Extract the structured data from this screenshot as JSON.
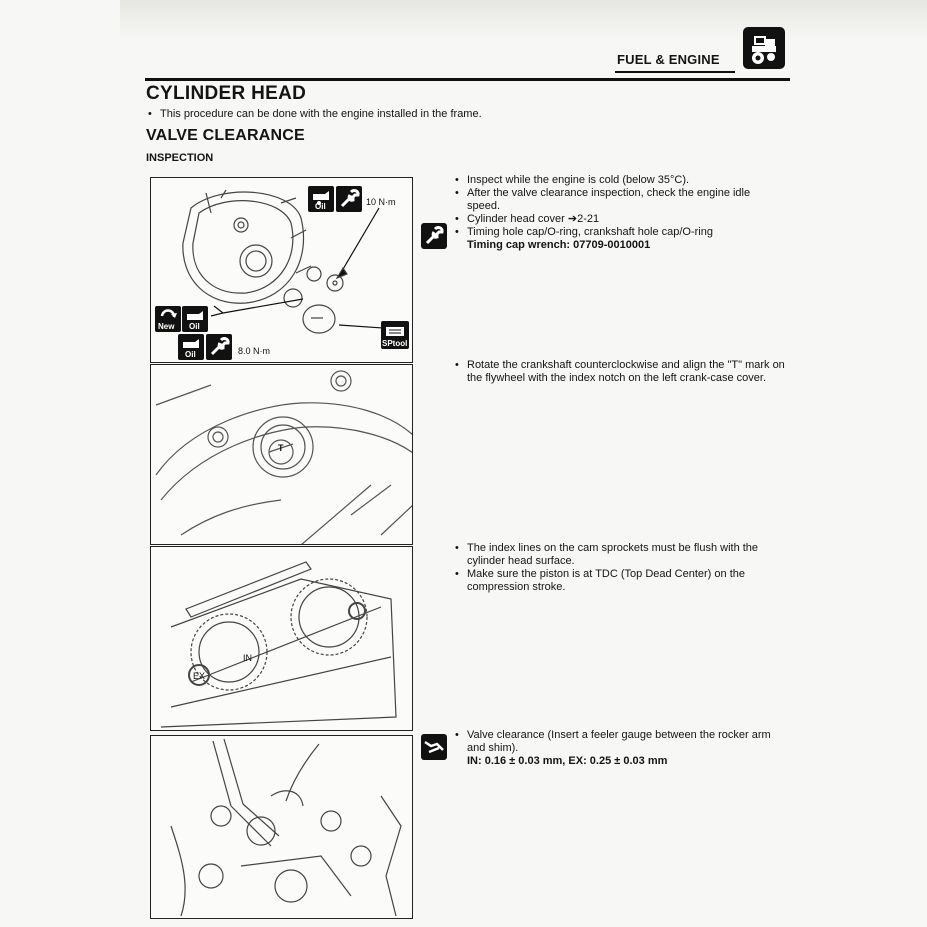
{
  "header": {
    "section_title": "FUEL & ENGINE",
    "section_icon": "engine-section-icon"
  },
  "page": {
    "title": "CYLINDER HEAD",
    "intro": "This procedure can be done with the engine installed in the frame.",
    "subtitle": "VALVE CLEARANCE",
    "subsubtitle": "INSPECTION",
    "bullet": "•"
  },
  "figures": {
    "fig1": {
      "torque_upper": "10 N·m",
      "torque_lower": "8.0 N·m",
      "badge_oil": "Oil",
      "badge_new": "New",
      "badge_sptool": "SPtool"
    },
    "fig2": {
      "mark": "T"
    },
    "fig3": {
      "in_label": "IN",
      "ex_label": "EX"
    }
  },
  "steps": [
    {
      "icon": "tool-wrench-icon",
      "bullets": [
        "Inspect while the engine is cold (below 35°C).",
        "After the valve clearance inspection, check the engine idle speed.",
        "Cylinder head cover ➔2-21",
        "Timing hole cap/O-ring, crankshaft hole cap/O-ring"
      ],
      "strong": "Timing cap wrench: 07709-0010001"
    },
    {
      "bullets": [
        "Rotate the crankshaft counterclockwise and align the \"T\" mark on the flywheel with the index notch on the left crank-case cover."
      ]
    },
    {
      "bullets": [
        "The index lines on the cam sprockets must be flush with the cylinder head surface.",
        "Make sure the piston is at TDC (Top Dead Center) on the compression stroke."
      ]
    },
    {
      "icon": "feeler-gauge-icon",
      "bullets": [
        "Valve clearance (Insert a feeler gauge between the rocker arm and shim)."
      ],
      "strong": "IN: 0.16 ± 0.03 mm, EX: 0.25 ± 0.03 mm"
    }
  ]
}
